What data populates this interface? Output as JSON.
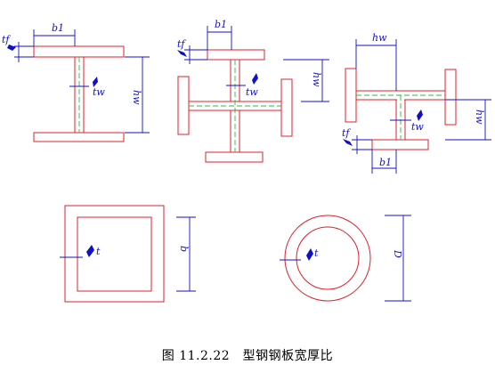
{
  "sections": {
    "i_section": {
      "flange_width_label": "b1",
      "web_thickness_label": "tw",
      "flange_thickness_label": "tf",
      "height_label": "hw"
    },
    "cross_section": {
      "flange_width_label": "b1",
      "web_thickness_label": "tw",
      "flange_thickness_label": "tf",
      "height_label": "hw"
    },
    "t_section": {
      "flange_width_label": "b1",
      "web_thickness_label": "tw",
      "flange_thickness_label": "tf",
      "height_label": "hw",
      "top_label": "hw"
    },
    "box_section": {
      "wall_thickness_label": "t",
      "width_label": "b"
    },
    "circular_section": {
      "wall_thickness_label": "t",
      "diameter_label": "D"
    }
  },
  "caption": "图 11.2.22　型钢钢板宽厚比",
  "colors": {
    "section_outline": "#e0202a",
    "dimension": "#1010c8",
    "weld_line": "#20c040"
  }
}
